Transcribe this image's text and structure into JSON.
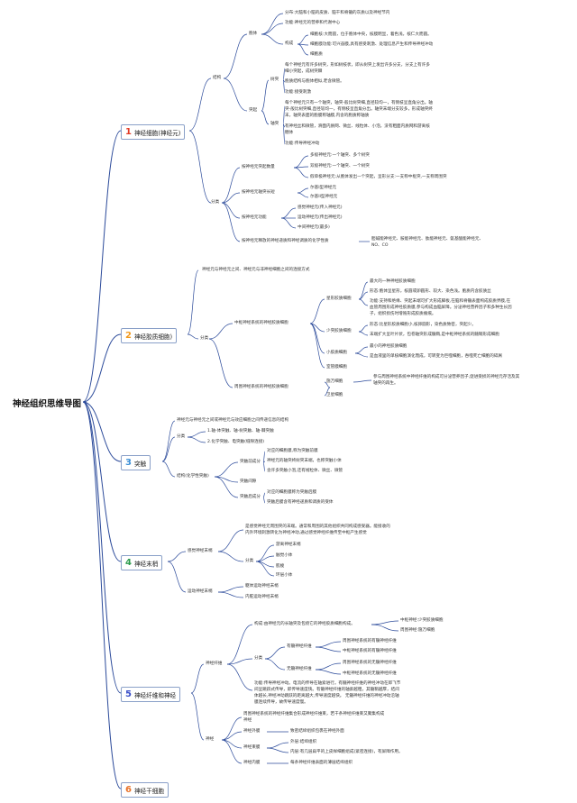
{
  "root": "神经组织思维导图",
  "sections": [
    {
      "num": "1",
      "label": "神经细胞(神经元)",
      "color": "#e23a25"
    },
    {
      "num": "2",
      "label": "神经胶质细胞)",
      "color": "#f29a1f"
    },
    {
      "num": "3",
      "label": "突触",
      "color": "#3c8fd6"
    },
    {
      "num": "4",
      "label": "神经末梢",
      "color": "#2a9a4b"
    },
    {
      "num": "5",
      "label": "神经纤维和神经",
      "color": "#3a4fc8"
    },
    {
      "num": "6",
      "label": "神经干细胞",
      "color": "#e8732a"
    }
  ],
  "s1": {
    "jiegou": "结构",
    "bao_ti": "胞体",
    "fenbu": "分布:大脑和小脑的皮质、脑干和脊髓的灰质以及神经节内",
    "gongneng": "功能:神经元的营养和代谢中心",
    "goucheng": "构成",
    "xibaohe": "细胞核:大而圆，位于胞体中央，核膜明显，着色浅，核仁大而圆。",
    "xibaomo": "细胞膜功能:可兴奋膜,具有感受刺激、处理信息产生和传导神经冲动",
    "xibaozhi": "细胞质",
    "tu_qi": "突起",
    "shu_tu": "树突",
    "shutu_1": "每个神经元有许多树突，形如树枝状，即从树突上发出许多分支，分支上有许多",
    "shutu_1b": "细小突起，成树突棘",
    "shutu_2": "胞质结构与胞体相似,老含微管。",
    "shutu_3": "功能:接受刺激",
    "zhou_tu": "轴突",
    "zhoutu_1": "每个神经元只有一个轴突，轴突-般比树突细,直径较均一，有侧枝呈直角分出。轴",
    "zhoutu_1b": "突-般比树突细,直径较均一，有侧枝呈直角分出。轴突末端分支较多，形成轴突终",
    "zhoutu_1c": "末，轴突表面的胞膜称轴膜,内含的胞质称轴质",
    "zhoutu_2": "有神经丝和微管，滑面内质网、微丝、线粒体、小泡，没有粗面内质网和游离核",
    "zhoutu_2b": "糖体",
    "zhoutu_3": "功能:传导神经冲动",
    "fenlei": "分类",
    "by_tuqi": "按神经元突起数量",
    "duoji": "多极神经元:一个轴突、多个树突",
    "shuangji": "双极神经元:一个轴突、一个树突",
    "jiadanji": "假单极神经元:从胞体发出一个突起，呈形分支:一支称中枢突,一支称周围突",
    "by_zhoutu": "按神经元轴突长短",
    "gaoerji1": "尔基I型神经元",
    "gaoerji2": "尔基II型神经元",
    "by_gongneng": "按神经元功能",
    "ganjue": "感觉神经元(传入神经元)",
    "yundong": "运动神经元(传出神经元)",
    "zhongjian": "中间神经元(最多)",
    "by_huaxue": "按神经元释放的神经递质和神经调质的化学性质",
    "huaxue_val": "胆碱能神经元、胺能神经元、肽能神经元、氨基酸能神经元、",
    "huaxue_val2": "NO、CO"
  },
  "s2": {
    "desc": "神经元与神经元之间、神经元与非神经细胞之间的连接方式",
    "fenlei": "分类",
    "zhongshu": "中枢神经系统的神经胶质细胞",
    "xingzhuang": "星形胶质细胞",
    "xz_1": "最大的一种神经胶质细胞",
    "xz_2": "形态:胞体呈星形，核圆或卵圆形、较大、染色浅。胞质内含胶质丝",
    "xz_3": "功能:支持和绝缘、突起末端可扩大形成脚板,在脑和脊髓表面构成胶质界膜,在",
    "xz_3b": "血管周围形成神经胶质膜,参与构成血脑屏障。分泌神经营养因子和多种生长因",
    "xz_3c": "子，组织损伤时增殖形成胶质瘢痕。",
    "shaotu": "少突胶质细胞",
    "st_1": "形态:比星形胶质细胞小,核卵圆形，染色质致密，突起少。",
    "st_2": "末端扩大呈叶片状，包卷轴突形成髓鞘,是中枢神经系统的髓鞘形成细胞",
    "xiaojiao": "小胶质细胞",
    "xj_1": "最小的神经胶质细胞",
    "xj_2": "是血液里的单核细胞演化而成，可转变为巨噬细胞，吞噬死亡细胞的碎屑",
    "shiguan": "室管膜细胞",
    "zhouwei": "周围神经系统的神经胶质细胞",
    "xiufu": "施万细胞",
    "xf_1": "参与周围神经系统中神经纤维的构成可分泌营养因子,促进受损的神经元存活及其",
    "xf_1b": "轴突的再生。",
    "weixing": "卫星细胞"
  },
  "s3": {
    "desc": "神经元与神经元之间或神经元与效应细胞之间传递信息的结构",
    "fenlei": "分类",
    "f1": "1.轴-体突触、轴-树突触、轴-棘突触",
    "f2": "2.化学突触、电突触(缝隙连接)",
    "jiegou": "结构(化学性突触)",
    "qianceng": "突触前成分",
    "qc_1": "对应的细胞膜,称为突触前膜",
    "qc_2": "神经元的轴突终树突末端，也称突触小体",
    "qc_3": "含许多突触小泡,还有线粒体、微丝、微管",
    "jianxi": "突触间隙",
    "houceng": "突触后成分",
    "hc_1": "对应的细胞膜称为突触后膜",
    "hc_2": "突触后膜含有神经递质和调质的受体"
  },
  "s4": {
    "ganjue": "感觉神经末梢",
    "gj_desc": "是感觉神经元周围突的末端。通常和周围的其他组织共同构成感受器。能接收的",
    "gj_desc2": "内外环境刺激转化为神经冲动,通过感觉神经纤维传至中枢产生感觉",
    "fenlei": "分类",
    "g1": "游离神经末梢",
    "g2": "触觉小体",
    "g3": "肌梭",
    "g4": "环层小体",
    "yundong": "运动神经末梢",
    "y1": "躯体运动神经末梢",
    "y2": "内脏运动神经末梢"
  },
  "s5": {
    "xianwei": "神经纤维",
    "goucheng": "构成:由神经元的长轴突及包绕它的神经胶质细胞构成。",
    "zhongshu_sui": "中枢神经:少突胶质细胞",
    "zhouwei_sui": "周围神经:施万细胞",
    "fenlei": "分类",
    "yousui": "有髓神经纤维",
    "ys_1": "周围神经系统的有髓神经纤维",
    "ys_2": "中枢神经系统的有髓神经纤维",
    "wusui": "无髓神经纤维",
    "ws_1": "周围神经系统的无髓神经纤维",
    "ws_2": "中枢神经系统的无髓神经纤维",
    "gongneng": "功能:传导神经冲动。电流的传导在轴索进行。有髓神经纤维的神经冲动在郎飞节",
    "gongneng2": "间呈跳跃式传导，即传导速度快。有髓神经纤维的轴索越粗，其髓鞘越厚，结间",
    "gongneng3": "体越长,神经冲动跳跃的距离越大,传导速度越快。 无髓神经纤维的神经冲动沿轴",
    "gongneng4": "膜连续传导，故传导速度慢。",
    "shenjing": "神经",
    "sj_desc": "周围神经系统的神经纤维集合形成神经纤维束，若干条神经纤维束又聚集构成",
    "sj_desc2": "神经",
    "waimo": "神经外膜",
    "wm_1": "致密结缔组织包裹在神经外面",
    "shumo": "神经束膜",
    "sm_1": "外层:结缔组织",
    "sm_2": "内层:有几层扁平的上皮样细胞组成(紧密连接)，有屏障作用。",
    "neimo": "神经内膜",
    "nm_1": "每条神经纤维表面的薄层结缔组织"
  }
}
